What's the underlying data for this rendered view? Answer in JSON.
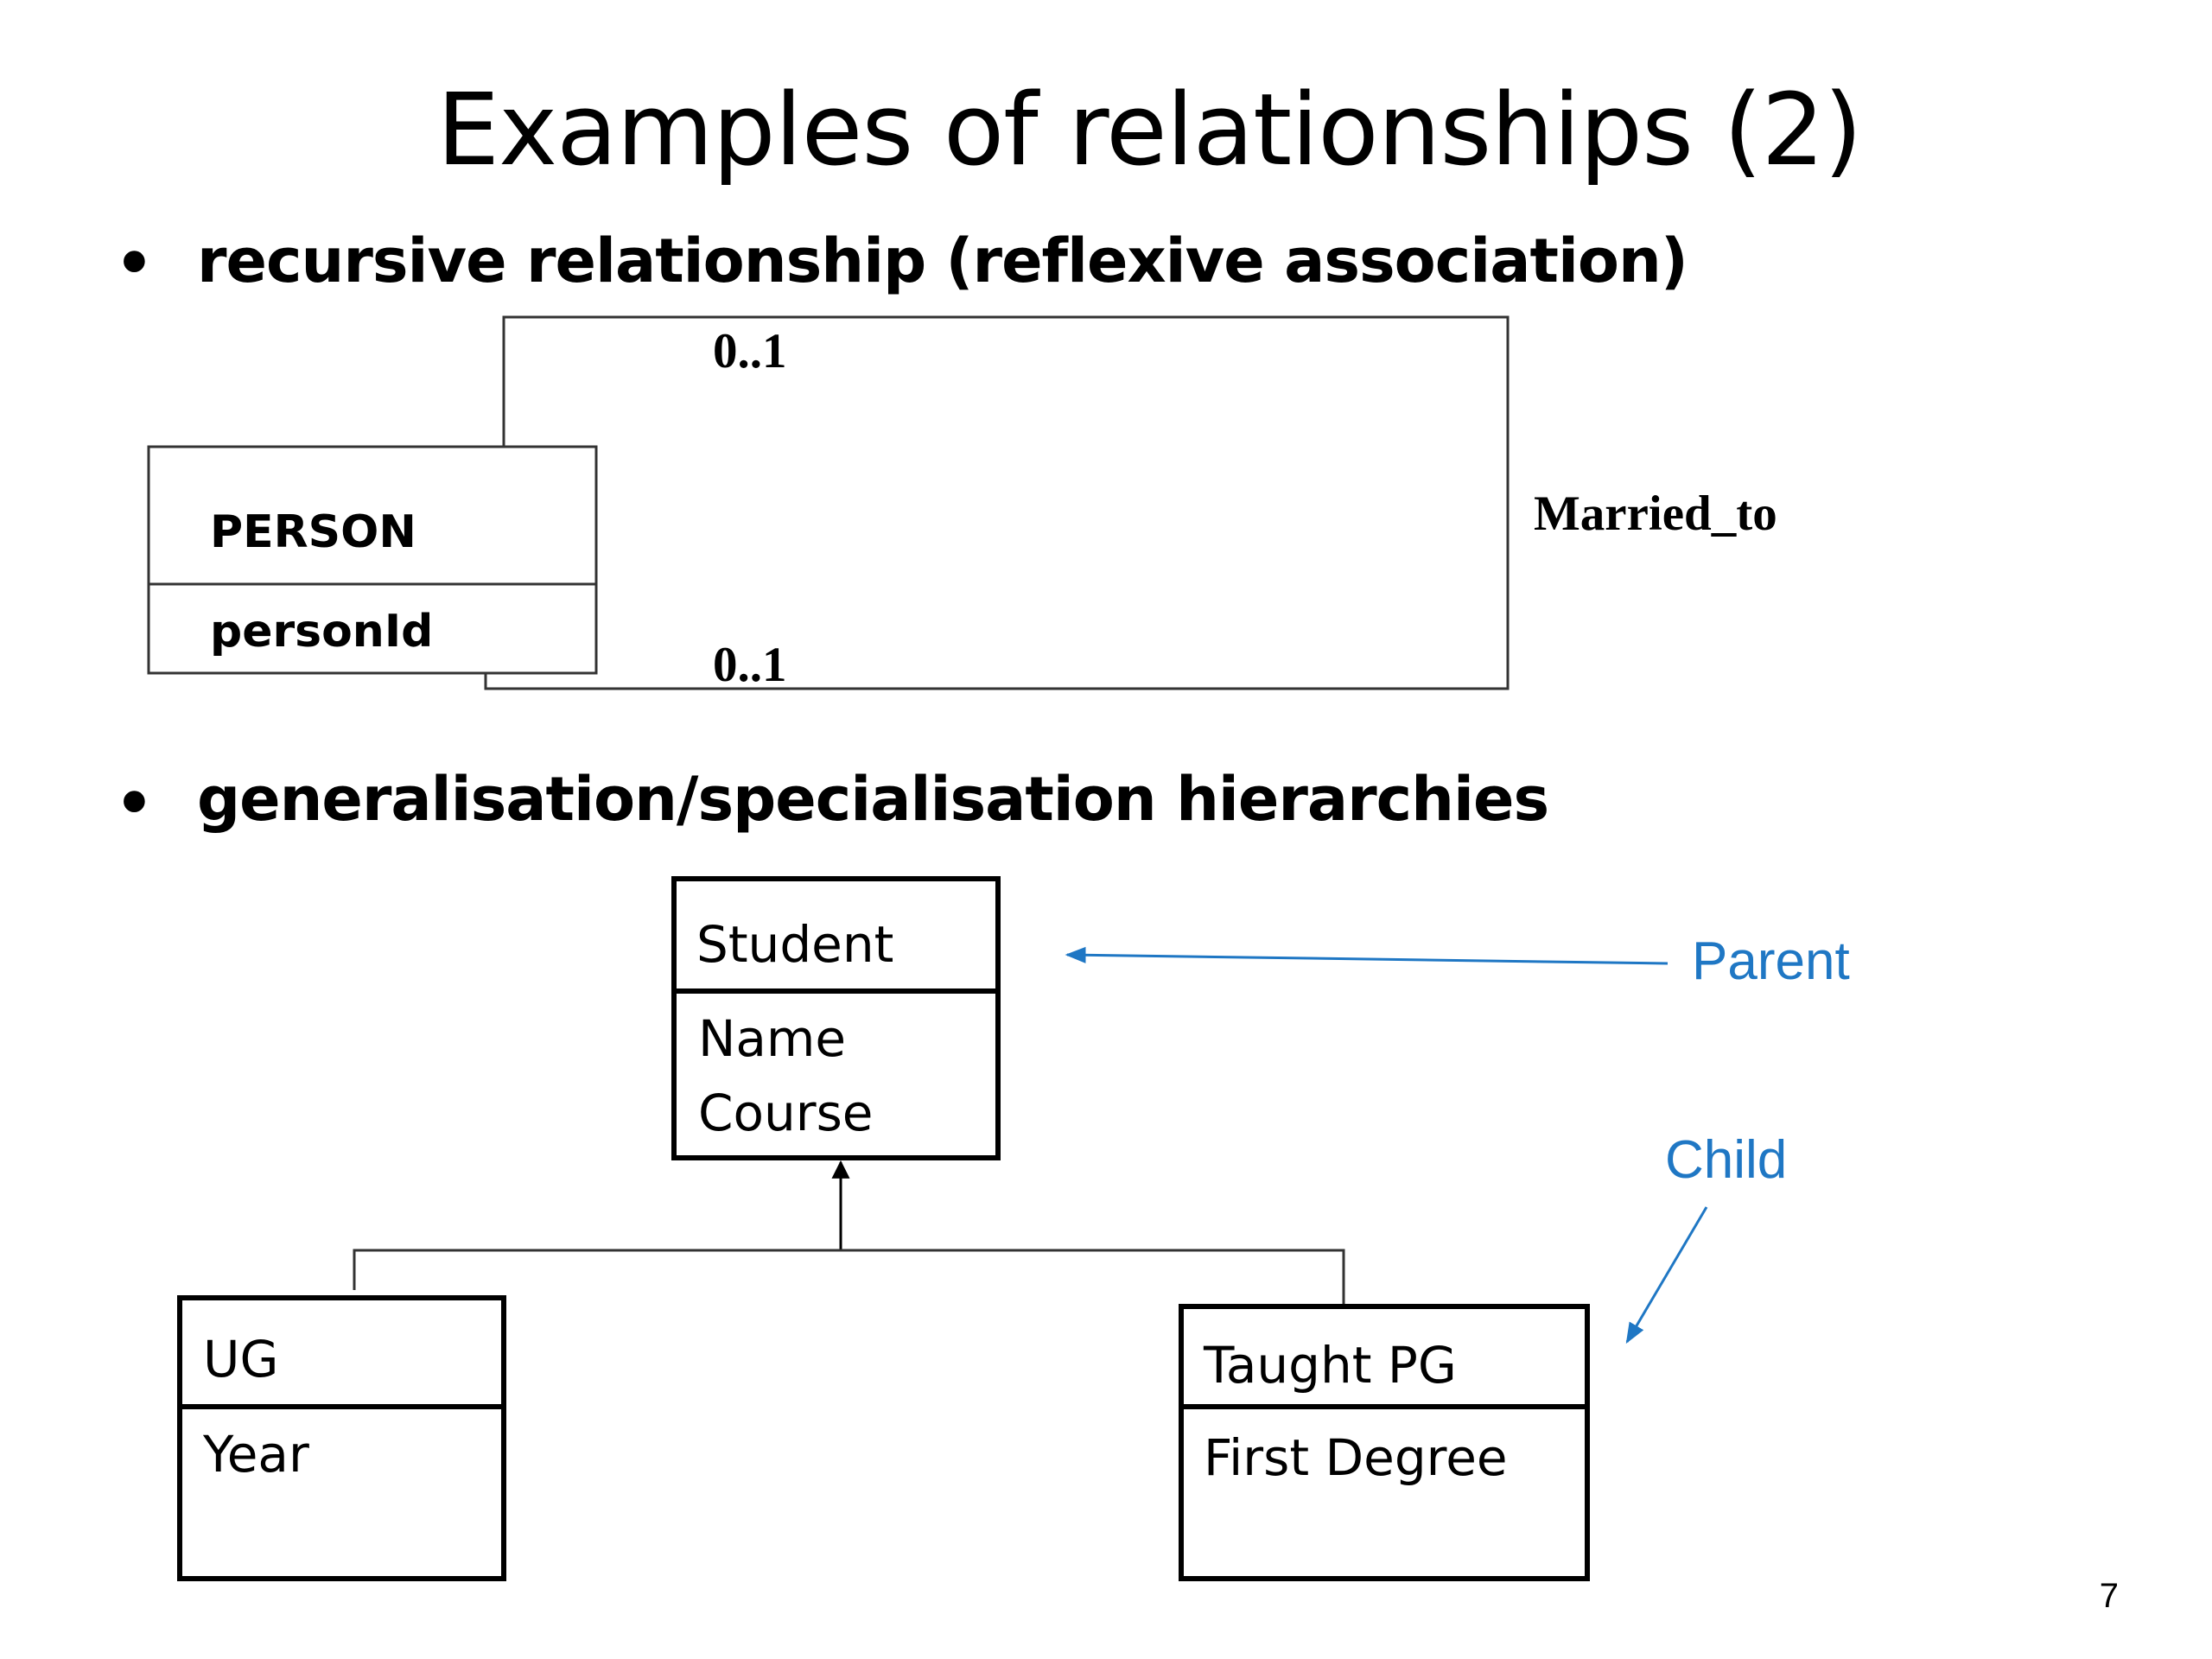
{
  "slide": {
    "title": "Examples of relationships (2)",
    "page_number": "7"
  },
  "bullets": [
    {
      "marker": "•",
      "text": "recursive relationship (reflexive association)"
    },
    {
      "marker": "•",
      "text": "generalisation/specialisation hierarchies"
    }
  ],
  "recursive": {
    "entity_name": "PERSON",
    "attribute": "personId",
    "multiplicity_top": "0..1",
    "multiplicity_bottom": "0..1",
    "association_name": "Married_to"
  },
  "hierarchy": {
    "parent": {
      "name": "Student",
      "attributes": [
        "Name",
        "Course"
      ]
    },
    "children": [
      {
        "name": "UG",
        "attributes": [
          "Year"
        ]
      },
      {
        "name": "Taught PG",
        "attributes": [
          "First Degree"
        ]
      }
    ],
    "annotations": {
      "parent_label": "Parent",
      "child_label": "Child",
      "color": "#1f77c4"
    }
  }
}
